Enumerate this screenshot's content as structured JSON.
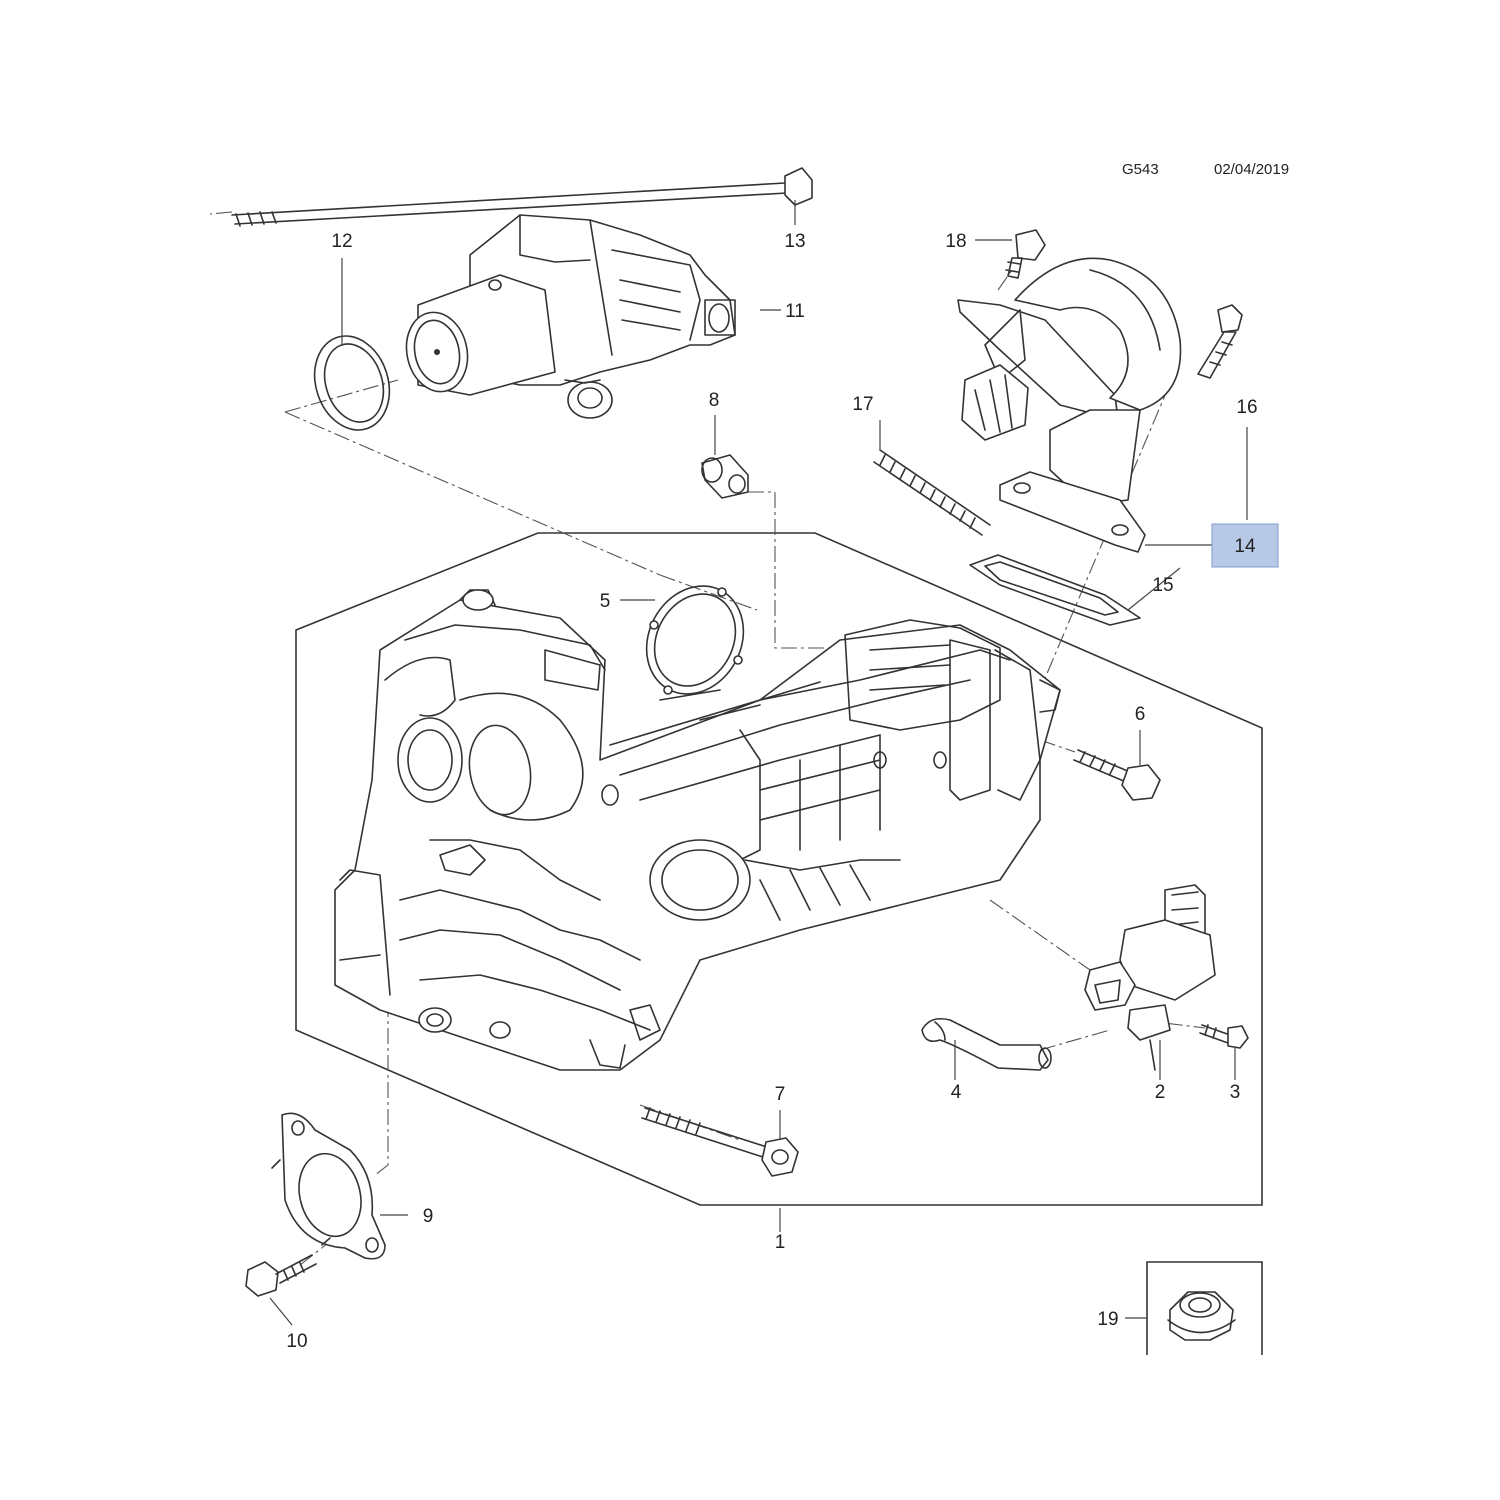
{
  "header": {
    "code": "G543",
    "date": "02/04/2019"
  },
  "callouts": [
    "1",
    "2",
    "3",
    "4",
    "5",
    "6",
    "7",
    "8",
    "9",
    "10",
    "11",
    "12",
    "13",
    "14",
    "15",
    "16",
    "17",
    "18",
    "19"
  ],
  "highlight": {
    "callout": "14",
    "color": "#b8c9e8"
  }
}
